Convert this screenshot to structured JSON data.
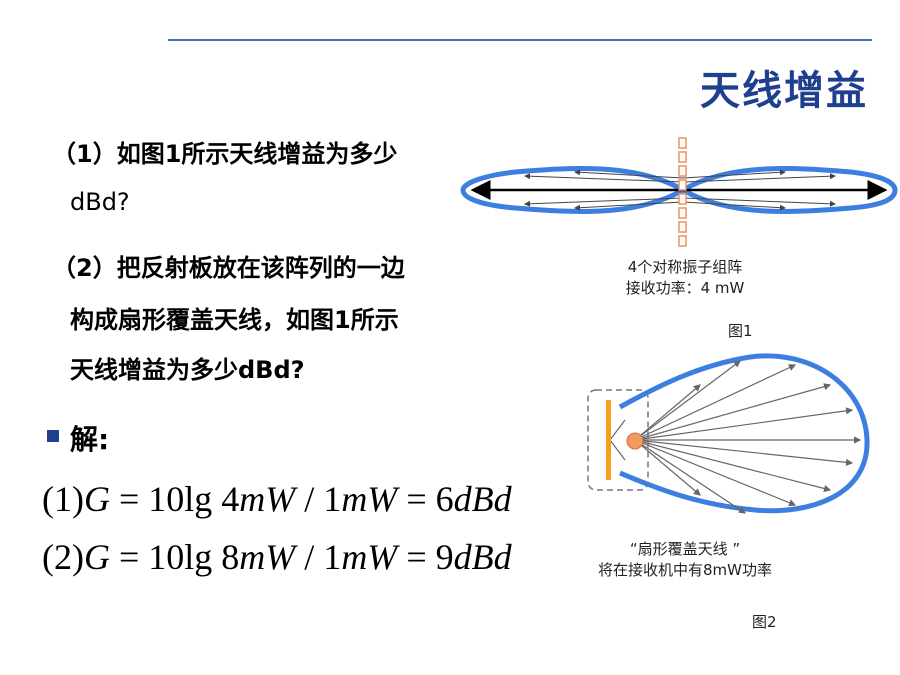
{
  "slide": {
    "title": "天线增益",
    "questions": {
      "q1_line1": "（1）如图1所示天线增益为多少",
      "q1_line2": "dBd?",
      "q2_line1": "（2）把反射板放在该阵列的一边",
      "q2_line2": "构成扇形覆盖天线，如图1所示",
      "q2_line3": "天线增益为多少dBd?"
    },
    "solution": {
      "label": "解:",
      "eq1": {
        "prefix": "(1)",
        "var": "G",
        "rest1": " = 10lg 4",
        "u1": "mW",
        "mid": " / 1",
        "u2": "mW",
        "rest2": " = 6",
        "u3": "dBd"
      },
      "eq2": {
        "prefix": "(2)",
        "var": "G",
        "rest1": " = 10lg 8",
        "u1": "mW",
        "mid": " / 1",
        "u2": "mW",
        "rest2": " = 9",
        "u3": "dBd"
      }
    },
    "figure1": {
      "caption_line1": "4个对称振子组阵",
      "caption_line2": "接收功率：4 mW",
      "label": "图1"
    },
    "figure2": {
      "caption_line1": "“扇形覆盖天线 ”",
      "caption_line2": "将在接收机中有8mW功率",
      "label": "图2"
    },
    "colors": {
      "accent": "#1f3f8f",
      "pattern": "#3d7fe0",
      "reflector": "#f5a020",
      "dipole": "#f09a60"
    }
  }
}
